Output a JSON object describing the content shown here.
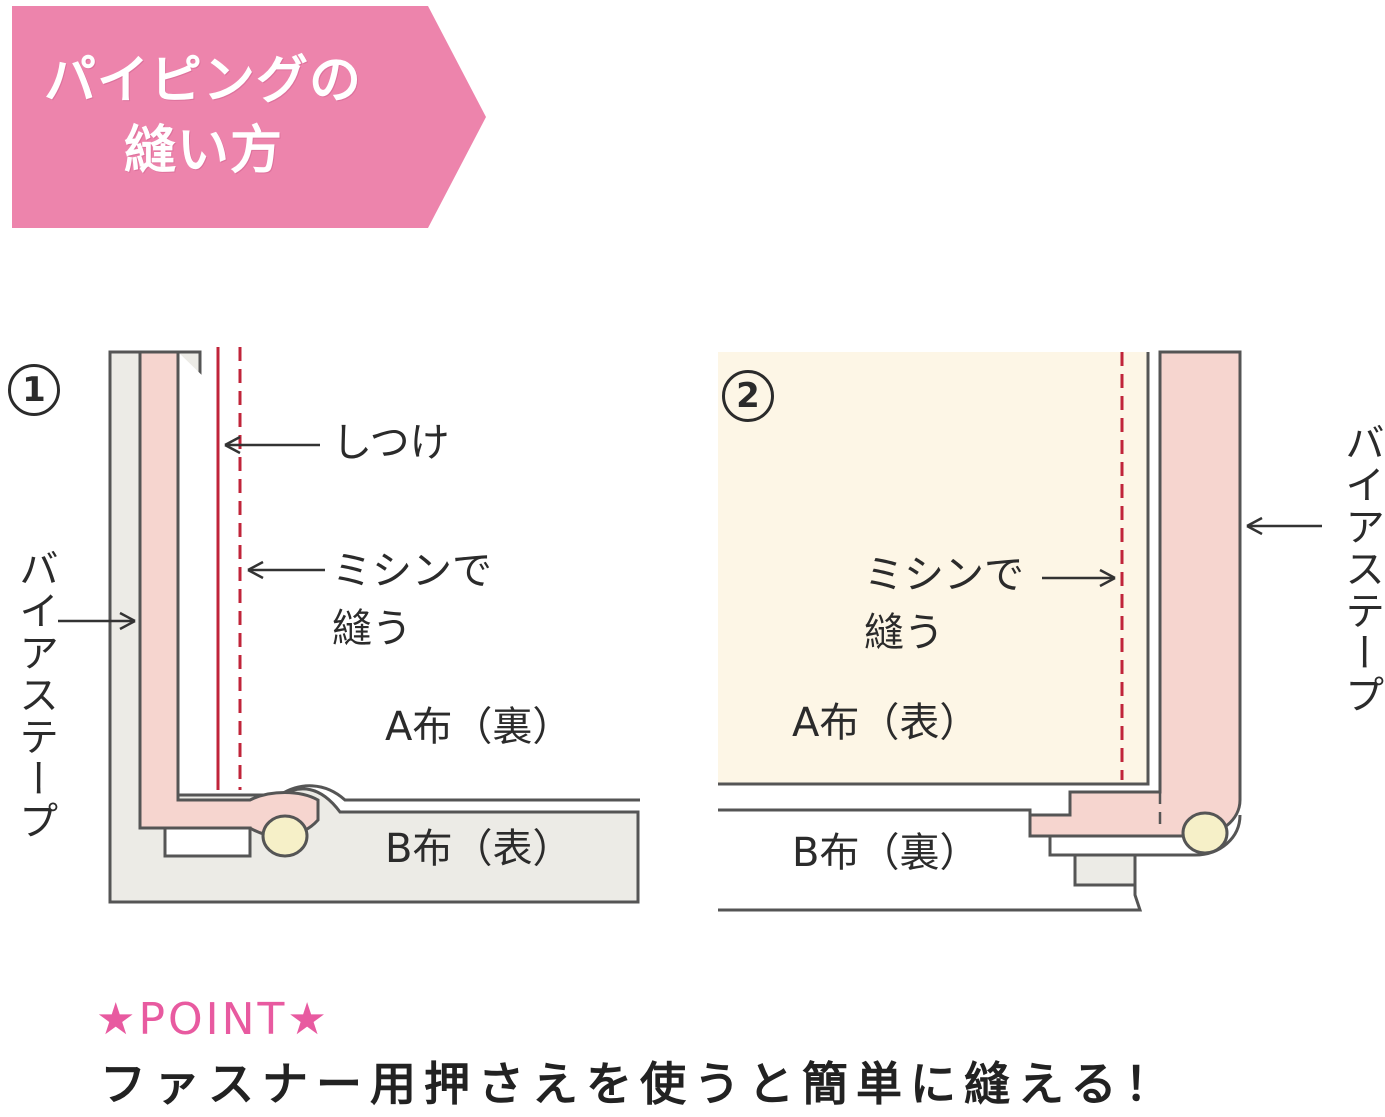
{
  "header": {
    "title_line1": "パイピングの",
    "title_line2": "縫い方",
    "color": "#ed84ac"
  },
  "step1": {
    "number": "1",
    "labels": {
      "basting": "しつけ",
      "machine_line1": "ミシンで",
      "machine_line2": "縫う",
      "bias_tape": "バイアステープ",
      "fabric_a": "A布（裏）",
      "fabric_b": "B布（表）"
    }
  },
  "step2": {
    "number": "2",
    "labels": {
      "machine_line1": "ミシンで",
      "machine_line2": "縫う",
      "bias_tape": "バイアステープ",
      "fabric_a": "A布（表）",
      "fabric_b": "B布（裏）"
    }
  },
  "point": {
    "title": "★POINT★",
    "text": "ファスナー用押さえを使うと簡単に縫える！"
  },
  "colors": {
    "pink_fill": "#f6d5cf",
    "cream_fill": "#fdf6e6",
    "gray_fill": "#ecebe6",
    "stitch_red": "#c0243a",
    "outline": "#555555",
    "point_pink": "#e85aa0"
  }
}
